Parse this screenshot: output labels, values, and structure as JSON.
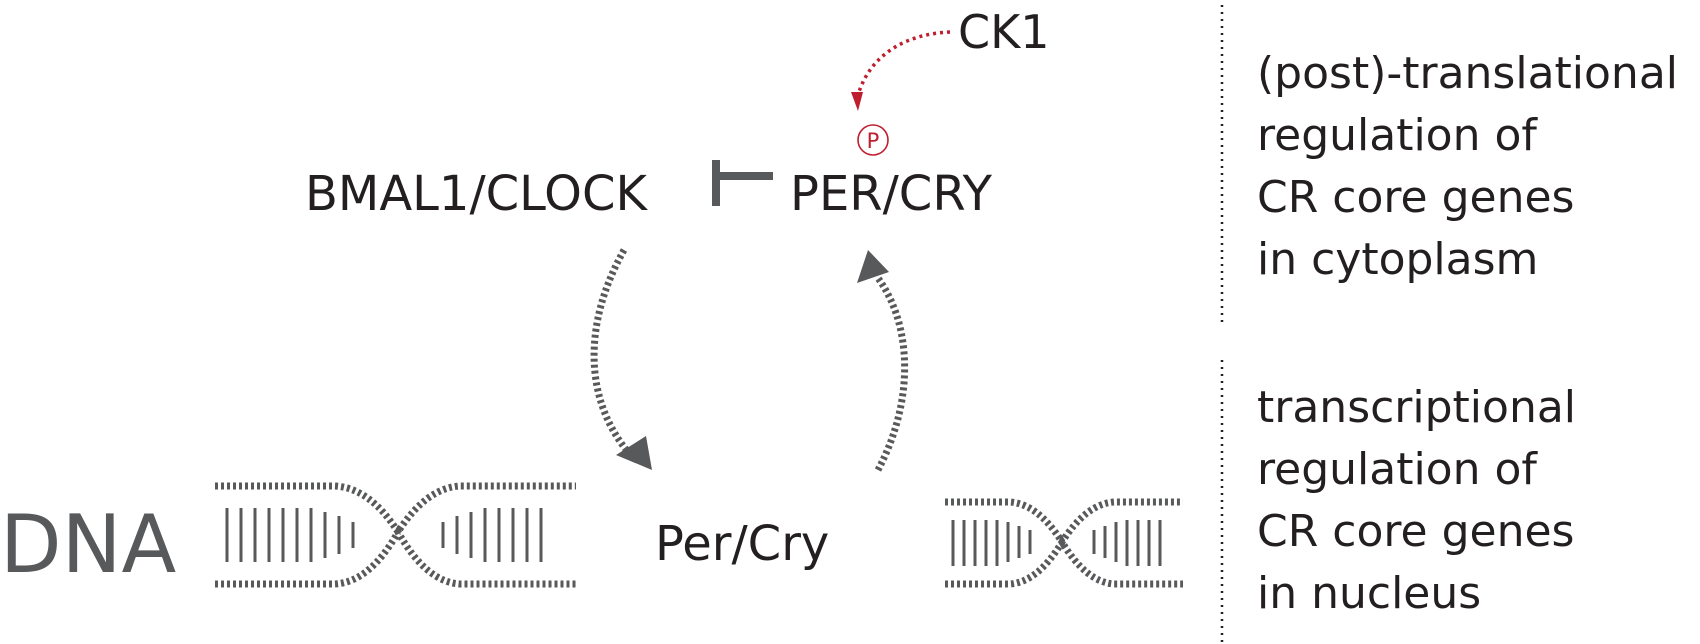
{
  "labels": {
    "ck1": "CK1",
    "phospho": "P",
    "bmal_clock": "BMAL1/CLOCK",
    "per_cry_protein": "PER/CRY",
    "per_cry_gene": "Per/Cry",
    "dna": "DNA"
  },
  "side_notes": {
    "cytoplasm": [
      "(post)-translational",
      "regulation of",
      "CR core genes",
      "in cytoplasm"
    ],
    "nucleus": [
      "transcriptional",
      "regulation of",
      "CR core genes",
      "in nucleus"
    ]
  },
  "colors": {
    "text": "#231f20",
    "arrow": "#58595b",
    "kinase": "#be1e2d",
    "dna": "#58595b"
  }
}
